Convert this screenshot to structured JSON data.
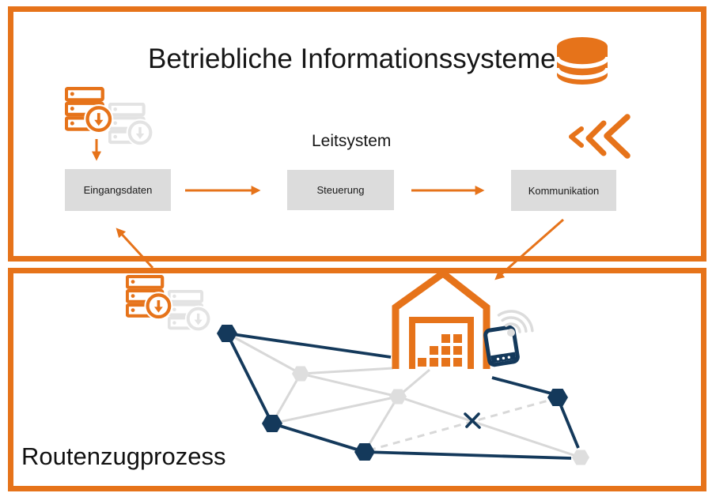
{
  "diagram": {
    "title": "Betriebliche Informationssysteme",
    "top_section": {
      "leitsystem_label": "Leitsystem",
      "flow_boxes": [
        {
          "label": "Eingangsdaten"
        },
        {
          "label": "Steuerung"
        },
        {
          "label": "Kommunikation"
        }
      ]
    },
    "bottom_section": {
      "label": "Routenzugprozess"
    },
    "icons": {
      "database": "database-cylinder-icon",
      "server_primary": "server-download-icon",
      "server_ghost": "server-download-ghost-icon",
      "chevrons": "triple-left-chevron-icon",
      "warehouse": "warehouse-icon",
      "tablet": "tablet-icon",
      "wifi": "wifi-signal-icon",
      "blocked_route": "blocked-route-x-icon",
      "route_nodes": "hexagon-node"
    },
    "colors": {
      "orange": "#E6731A",
      "navy": "#14395B",
      "box_gray": "#DCDCDC",
      "line_gray": "#D8D8D8",
      "text": "#1A1A1A"
    }
  }
}
